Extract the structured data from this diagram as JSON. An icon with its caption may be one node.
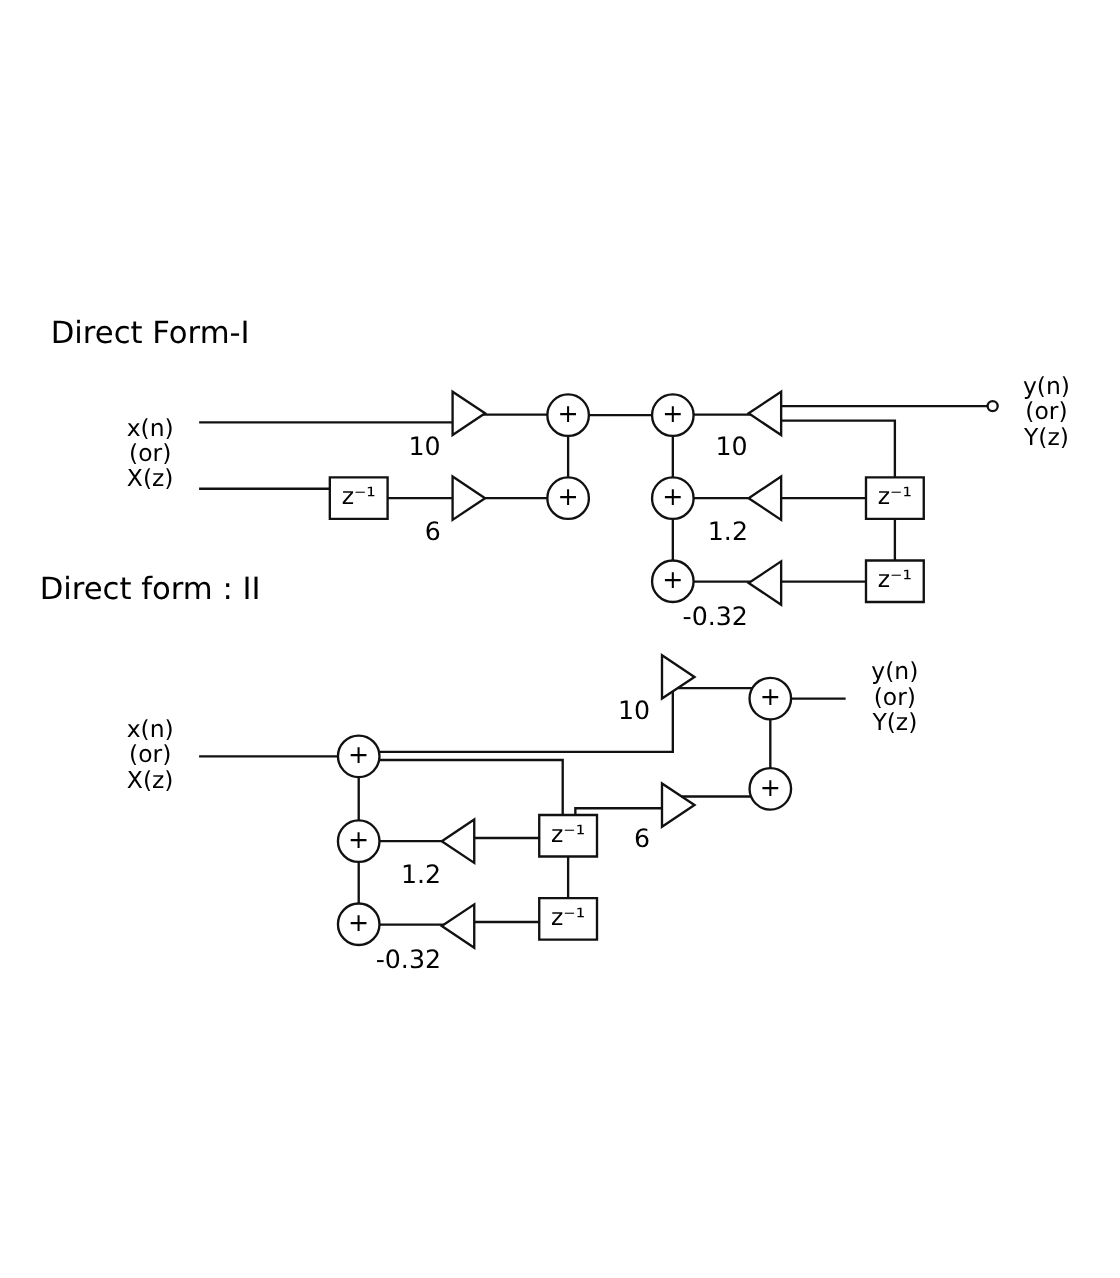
{
  "diagram": {
    "nodes": [
      {
        "text": [
          "x(n) (or) X(z)"
        ]
      },
      {
        "text": [],
        "shape": "triangle",
        "beside": [
          "10"
        ]
      },
      {
        "text": [
          "+"
        ]
      },
      {
        "text": [
          "z⁻¹"
        ]
      },
      {
        "text": [],
        "shape": "triangle",
        "beside": [
          "6"
        ]
      },
      {
        "text": [
          "+"
        ]
      },
      {
        "text": [
          "+"
        ]
      },
      {
        "text": [],
        "shape": "triangle",
        "beside": [
          "10"
        ]
      },
      {
        "text": [
          "y(n) (or) Y(z)"
        ]
      },
      {
        "text": [
          "z⁻¹"
        ]
      },
      {
        "text": [
          "+"
        ]
      },
      {
        "text": [],
        "shape": "triangle",
        "beside": [
          "1.2"
        ]
      },
      {
        "text": [
          "z⁻¹"
        ]
      },
      {
        "text": [
          "+"
        ]
      },
      {
        "text": [],
        "shape": "triangle",
        "beside": [
          "-0.32"
        ]
      },
      {
        "text": [
          "+"
        ]
      },
      {
        "text": [],
        "shape": "triangle",
        "beside": [
          "10"
        ]
      },
      {
        "text": [
          "+"
        ]
      },
      {
        "text": [
          "y(n) (or) Y(z)"
        ]
      },
      {
        "text": [
          "x(n) (or) X(z)"
        ]
      },
      {
        "text": [
          "z⁻¹"
        ]
      },
      {
        "text": [
          "+"
        ]
      },
      {
        "text": [],
        "shape": "triangle",
        "beside": [
          "1.2"
        ]
      },
      {
        "text": [],
        "shape": "triangle",
        "beside": [
          "6"
        ]
      },
      {
        "text": [
          "+"
        ]
      },
      {
        "text": [
          "z⁻¹"
        ]
      },
      {
        "text": [
          "+"
        ]
      },
      {
        "text": [],
        "shape": "triangle",
        "beside": [
          "-0.32"
        ]
      }
    ],
    "edges": [
      {
        "from": 0,
        "to": 1,
        "arrow": "none"
      },
      {
        "from": 0,
        "to": 3,
        "arrow": "none"
      },
      {
        "from": 1,
        "to": 2,
        "arrow": "none"
      },
      {
        "from": 3,
        "to": 4,
        "arrow": "none"
      },
      {
        "from": 4,
        "to": 5,
        "arrow": "none"
      },
      {
        "from": 2,
        "to": 5,
        "arrow": "none"
      },
      {
        "from": 2,
        "to": 6,
        "arrow": "none"
      },
      {
        "from": 6,
        "to": 7,
        "arrow": "none"
      },
      {
        "from": 7,
        "to": 8,
        "arrow": "other"
      },
      {
        "from": 7,
        "to": 9,
        "arrow": "none"
      },
      {
        "from": 9,
        "to": 12,
        "arrow": "none"
      },
      {
        "from": 11,
        "to": 9,
        "arrow": "none"
      },
      {
        "from": 10,
        "to": 11,
        "arrow": "none"
      },
      {
        "from": 6,
        "to": 10,
        "arrow": "none"
      },
      {
        "from": 14,
        "to": 12,
        "arrow": "none"
      },
      {
        "from": 13,
        "to": 14,
        "arrow": "none"
      },
      {
        "from": 10,
        "to": 13,
        "arrow": "none"
      },
      {
        "from": 19,
        "to": 15,
        "arrow": "none"
      },
      {
        "from": 15,
        "to": 16,
        "arrow": "none"
      },
      {
        "from": 16,
        "to": 17,
        "arrow": "none"
      },
      {
        "from": 17,
        "to": 18,
        "arrow": "none"
      },
      {
        "from": 15,
        "to": 20,
        "arrow": "none"
      },
      {
        "from": 15,
        "to": 21,
        "arrow": "none"
      },
      {
        "from": 21,
        "to": 22,
        "arrow": "none"
      },
      {
        "from": 22,
        "to": 20,
        "arrow": "none"
      },
      {
        "from": 20,
        "to": 23,
        "arrow": "none"
      },
      {
        "from": 23,
        "to": 24,
        "arrow": "none"
      },
      {
        "from": 17,
        "to": 24,
        "arrow": "none"
      },
      {
        "from": 20,
        "to": 25,
        "arrow": "none"
      },
      {
        "from": 21,
        "to": 26,
        "arrow": "none"
      },
      {
        "from": 26,
        "to": 27,
        "arrow": "none"
      },
      {
        "from": 27,
        "to": 25,
        "arrow": "none"
      }
    ],
    "labels": [
      "Direct Form-I",
      "Direct form : II"
    ]
  }
}
